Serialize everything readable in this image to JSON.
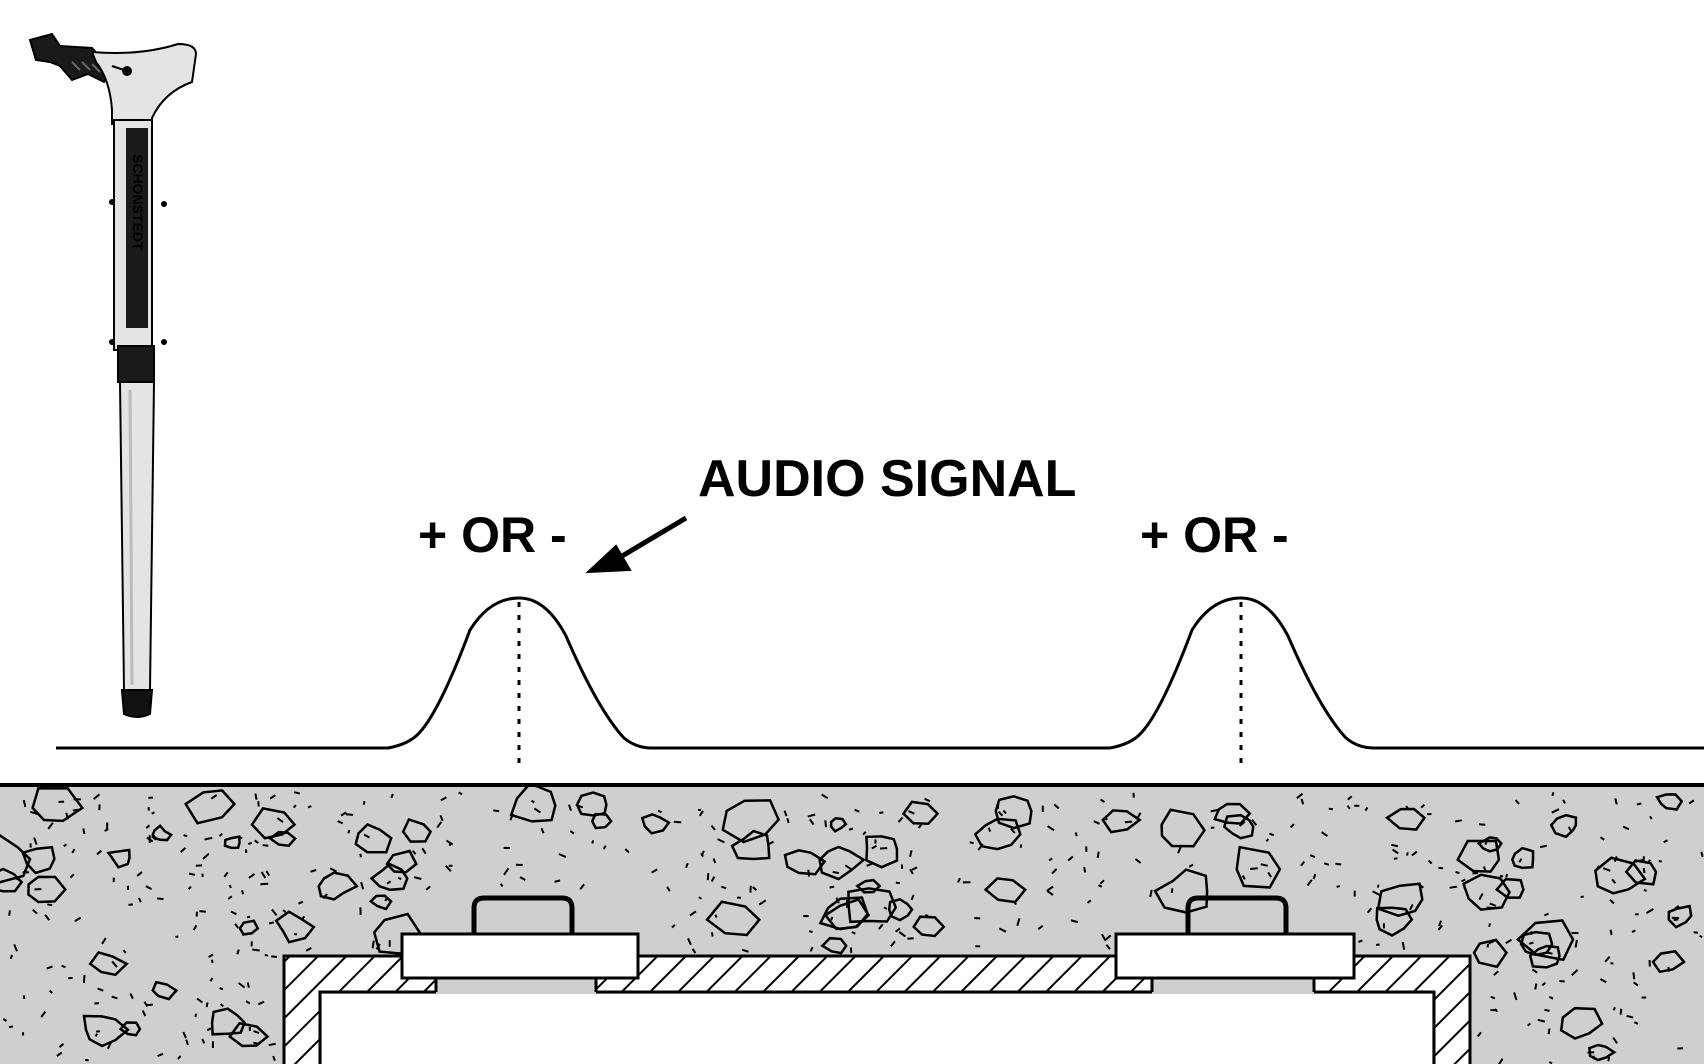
{
  "labels": {
    "audio_signal": "AUDIO SIGNAL",
    "polarity_left": "+ OR -",
    "polarity_right": "+ OR -"
  },
  "instrument": {
    "brand_text": "SCHONSTEDT"
  },
  "colors": {
    "ink": "#000000",
    "concrete": "#cfcfcf",
    "instrument_body": "#e4e4e4",
    "background": "#ffffff"
  },
  "icons": {
    "locator": "magnetic-locator-icon",
    "arrow": "pointer-arrow-icon"
  }
}
